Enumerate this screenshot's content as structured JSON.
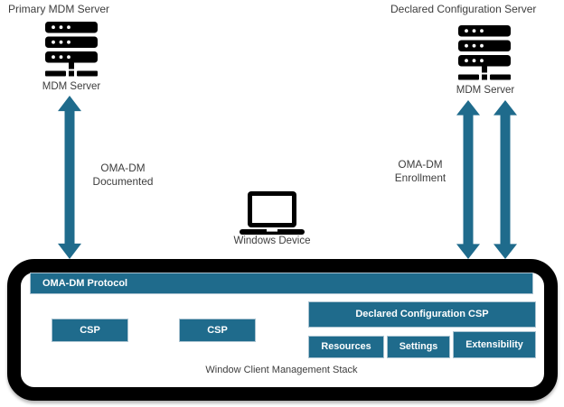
{
  "colors": {
    "accent_teal": "#1f6b8c",
    "diagram_border": "#000000",
    "label_text": "#3d3d3d",
    "box_text": "#ffffff"
  },
  "servers": {
    "primary": {
      "title": "Primary MDM Server",
      "caption": "MDM Server"
    },
    "declared": {
      "title": "Declared Configuration Server",
      "caption": "MDM Server"
    }
  },
  "links": {
    "documented": {
      "line1": "OMA-DM",
      "line2": "Documented"
    },
    "enrollment": {
      "line1": "OMA-DM",
      "line2": "Enrollment"
    }
  },
  "device": {
    "label": "Windows Device"
  },
  "stack": {
    "protocol_bar": "OMA-DM Protocol",
    "csp_left": "CSP",
    "csp_middle": "CSP",
    "declared_csp": "Declared Configuration CSP",
    "sub_boxes": [
      {
        "label": "Resources"
      },
      {
        "label": "Settings"
      },
      {
        "label": "Extensibility"
      }
    ],
    "caption": "Window Client Management Stack"
  }
}
